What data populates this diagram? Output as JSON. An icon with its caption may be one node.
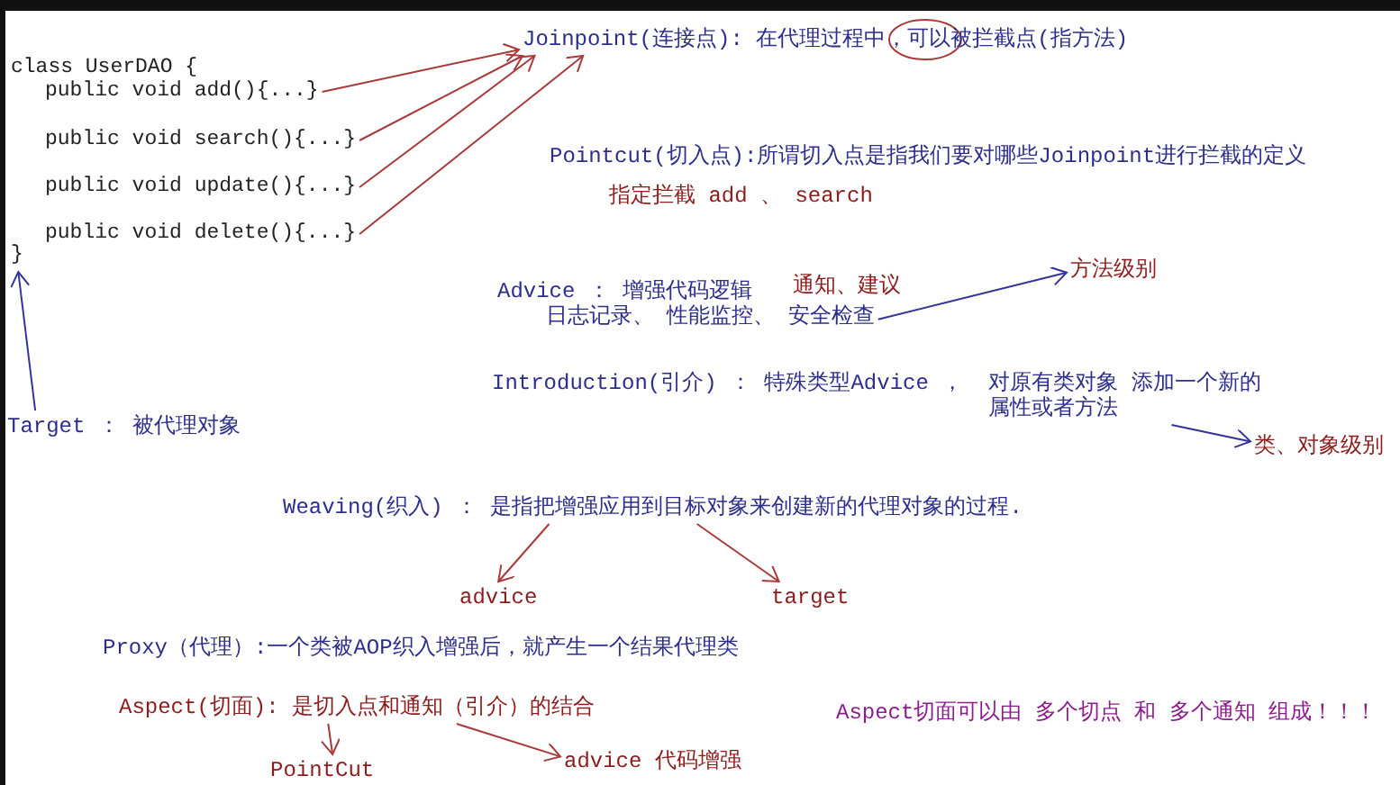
{
  "diagram": {
    "nodes": [
      {
        "text": [
          "class UserDAO {"
        ]
      },
      {
        "text": [
          "public void add(){...}"
        ]
      },
      {
        "text": [
          "public void search(){...}"
        ]
      },
      {
        "text": [
          "public void update(){...}"
        ]
      },
      {
        "text": [
          "public void delete(){...}"
        ]
      },
      {
        "text": [
          "}"
        ]
      },
      {
        "text": [
          "Joinpoint(连接点): 在代理过程中，可以被拦截点(指方法)"
        ]
      },
      {
        "text": [
          "Pointcut(切入点):所谓切入点是指我们要对哪些Joinpoint进行拦截的定义"
        ]
      },
      {
        "text": [
          "指定拦截 add 、 search"
        ]
      },
      {
        "text": [
          "Advice ： 增强代码逻辑",
          "日志记录、 性能监控、 安全检查"
        ],
        "beside": [
          "通知、建议"
        ]
      },
      {
        "text": [
          "方法级别"
        ]
      },
      {
        "text": [
          "Introduction(引介) ： 特殊类型Advice ，",
          "对原有类对象 添加一个新的属性或者方法"
        ]
      },
      {
        "text": [
          "类、对象级别"
        ]
      },
      {
        "text": [
          "Target ： 被代理对象"
        ]
      },
      {
        "text": [
          "Weaving(织入) ： 是指把增强应用到目标对象来创建新的代理对象的过程."
        ]
      },
      {
        "text": [
          "advice"
        ]
      },
      {
        "text": [
          "target"
        ]
      },
      {
        "text": [
          "Proxy（代理）:一个类被AOP织入增强后，就产生一个结果代理类"
        ]
      },
      {
        "text": [
          "Aspect(切面): 是切入点和通知（引介）的结合"
        ]
      },
      {
        "text": [
          "PointCut"
        ]
      },
      {
        "text": [
          "advice 代码增强"
        ]
      }
    ],
    "edges": [
      {
        "from": 1,
        "to": 6,
        "arrow": "to"
      },
      {
        "from": 2,
        "to": 6,
        "arrow": "to"
      },
      {
        "from": 3,
        "to": 6,
        "arrow": "to"
      },
      {
        "from": 4,
        "to": 6,
        "arrow": "to"
      },
      {
        "from": 13,
        "to": 5,
        "arrow": "to",
        "color": "#33339a"
      },
      {
        "from": 9,
        "to": 10,
        "arrow": "to",
        "color": "#33339a"
      },
      {
        "from": 11,
        "to": 12,
        "arrow": "to",
        "color": "#33339a"
      },
      {
        "from": 14,
        "to": 15,
        "arrow": "to"
      },
      {
        "from": 14,
        "to": 16,
        "arrow": "to"
      },
      {
        "from": 18,
        "to": 19,
        "arrow": "to"
      },
      {
        "from": 18,
        "to": 20,
        "arrow": "to"
      }
    ],
    "labels": [
      "Aspect切面可以由 多个切点 和 多个通知 组成！！！"
    ]
  }
}
